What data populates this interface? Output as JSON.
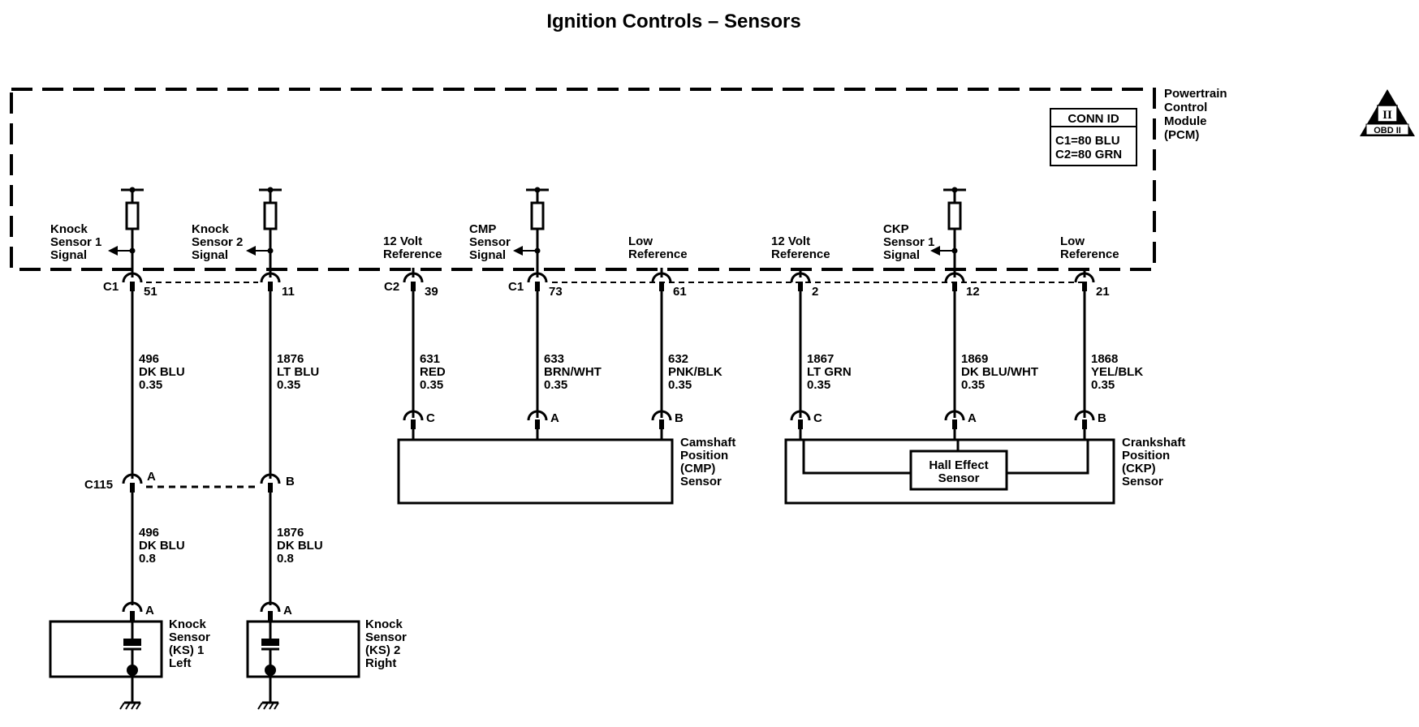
{
  "title": "Ignition Controls – Sensors",
  "pcm": {
    "label_lines": [
      "Powertrain",
      "Control",
      "Module",
      "(PCM)"
    ],
    "conn_id": {
      "header": "CONN ID",
      "lines": [
        "C1=80 BLU",
        "C2=80 GRN"
      ]
    },
    "signals": {
      "knock1": [
        "Knock",
        "Sensor 1",
        "Signal"
      ],
      "knock2": [
        "Knock",
        "Sensor 2",
        "Signal"
      ],
      "ref12_cmp": [
        "12 Volt",
        "Reference"
      ],
      "cmp": [
        "CMP",
        "Sensor",
        "Signal"
      ],
      "lowref_cmp": [
        "Low",
        "Reference"
      ],
      "ref12_ckp": [
        "12 Volt",
        "Reference"
      ],
      "ckp": [
        "CKP",
        "Sensor 1",
        "Signal"
      ],
      "lowref_ckp": [
        "Low",
        "Reference"
      ]
    }
  },
  "obd_badge": {
    "top": "II",
    "bottom": "OBD II"
  },
  "pcm_pins": [
    {
      "conn": "C1",
      "pin": "51"
    },
    {
      "conn": "",
      "pin": "11"
    },
    {
      "conn": "C2",
      "pin": "39"
    },
    {
      "conn": "C1",
      "pin": "73"
    },
    {
      "conn": "",
      "pin": "61"
    },
    {
      "conn": "",
      "pin": "2"
    },
    {
      "conn": "",
      "pin": "12"
    },
    {
      "conn": "",
      "pin": "21"
    }
  ],
  "wires_upper": [
    [
      "496",
      "DK BLU",
      "0.35"
    ],
    [
      "1876",
      "LT BLU",
      "0.35"
    ],
    [
      "631",
      "RED",
      "0.35"
    ],
    [
      "633",
      "BRN/WHT",
      "0.35"
    ],
    [
      "632",
      "PNK/BLK",
      "0.35"
    ],
    [
      "1867",
      "LT GRN",
      "0.35"
    ],
    [
      "1869",
      "DK BLU/WHT",
      "0.35"
    ],
    [
      "1868",
      "YEL/BLK",
      "0.35"
    ]
  ],
  "c115": {
    "name": "C115",
    "pins": [
      "A",
      "B"
    ]
  },
  "wires_lower": [
    [
      "496",
      "DK BLU",
      "0.8"
    ],
    [
      "1876",
      "DK BLU",
      "0.8"
    ]
  ],
  "ks_pins": [
    "A",
    "A"
  ],
  "ks1_label": [
    "Knock",
    "Sensor",
    "(KS) 1",
    "Left"
  ],
  "ks2_label": [
    "Knock",
    "Sensor",
    "(KS) 2",
    "Right"
  ],
  "cmp_pins": [
    "C",
    "A",
    "B"
  ],
  "cmp_label": [
    "Camshaft",
    "Position",
    "(CMP)",
    "Sensor"
  ],
  "ckp_pins": [
    "C",
    "A",
    "B"
  ],
  "ckp_label": [
    "Crankshaft",
    "Position",
    "(CKP)",
    "Sensor"
  ],
  "hall": [
    "Hall Effect",
    "Sensor"
  ]
}
